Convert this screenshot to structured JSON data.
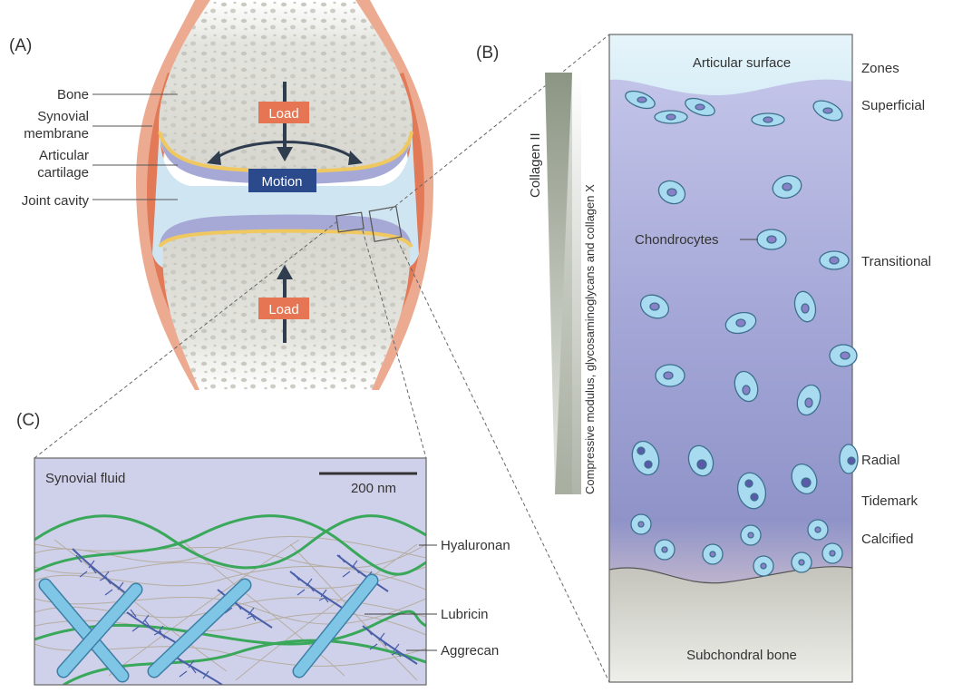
{
  "panels": {
    "a": "(A)",
    "b": "(B)",
    "c": "(C)"
  },
  "joint": {
    "bone": "Bone",
    "synovial_membrane_1": "Synovial",
    "synovial_membrane_2": "membrane",
    "articular_cartilage_1": "Articular",
    "articular_cartilage_2": "cartilage",
    "joint_cavity": "Joint cavity",
    "load_top": "Load",
    "load_bottom": "Load",
    "motion": "Motion"
  },
  "gradients": {
    "collagen": "Collagen II",
    "modulus": "Compressive modulus, glycosaminoglycans  and collagen X"
  },
  "zones_panel": {
    "articular_surface": "Articular surface",
    "chondrocytes": "Chondrocytes",
    "subchondral_bone": "Subchondral bone",
    "zones_header": "Zones",
    "zones": [
      "Superficial",
      "Transitional",
      "Radial",
      "Tidemark",
      "Calcified"
    ]
  },
  "fluid_panel": {
    "synovial_fluid": "Synovial fluid",
    "scale_bar": "200 nm",
    "hyaluronan": "Hyaluronan",
    "lubricin": "Lubricin",
    "aggrecan": "Aggrecan"
  },
  "colors": {
    "bone": "#dcdcd6",
    "cartilage_blue": "#a6a9d6",
    "cartilage_yellow": "#f0c860",
    "cavity": "#cfe6f2",
    "membrane": "#e88766",
    "load_box": "#e67553",
    "motion_box": "#2b4a8c",
    "hyaluronan": "#3aa85a",
    "lubricin": "#7fc6e6",
    "aggrecan": "#4a5fa8"
  }
}
